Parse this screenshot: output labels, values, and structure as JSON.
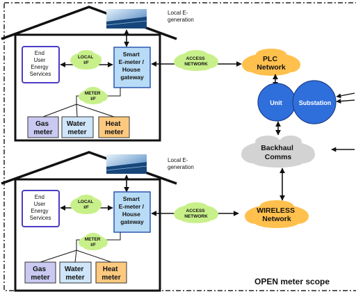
{
  "houses": [
    {
      "local_generation": [
        "Local E-",
        "generation"
      ],
      "end_user": [
        "End",
        "User",
        "Energy",
        "Services"
      ],
      "local_if": [
        "LOCAL",
        "I/F"
      ],
      "gateway": [
        "Smart",
        "E-meter /",
        "House",
        "gateway"
      ],
      "meter_if": [
        "METER",
        "I/F"
      ],
      "meters": [
        {
          "label": [
            "Gas",
            "meter"
          ],
          "color": "#c9c9f2"
        },
        {
          "label": [
            "Water",
            "meter"
          ],
          "color": "#cfe6fa"
        },
        {
          "label": [
            "Heat",
            "meter"
          ],
          "color": "#fcc97f"
        }
      ]
    },
    {
      "local_generation": [
        "Local E-",
        "generation"
      ],
      "end_user": [
        "End",
        "User",
        "Energy",
        "Services"
      ],
      "local_if": [
        "LOCAL",
        "I/F"
      ],
      "gateway": [
        "Smart",
        "E-meter /",
        "House",
        "gateway"
      ],
      "meter_if": [
        "METER",
        "I/F"
      ],
      "meters": [
        {
          "label": [
            "Gas",
            "meter"
          ],
          "color": "#c9c9f2"
        },
        {
          "label": [
            "Water",
            "meter"
          ],
          "color": "#cfe6fa"
        },
        {
          "label": [
            "Heat",
            "meter"
          ],
          "color": "#fcc97f"
        }
      ]
    }
  ],
  "access_network": [
    "ACCESS",
    "NETWORK"
  ],
  "plc_network": [
    "PLC",
    "Network"
  ],
  "wireless_network": [
    "WIRELESS",
    "Network"
  ],
  "unit": "Unit",
  "substation": "Substation",
  "backhaul": [
    "Backhaul",
    "Comms"
  ],
  "scope_label": "OPEN meter scope",
  "colors": {
    "green_cloud": "#c8f08a",
    "orange_cloud": "#ffc04d",
    "gray_cloud": "#d3d3d3",
    "unit_circle": "#2f6fdc",
    "end_user_border": "#4b3cc4",
    "gateway_fill": "#b8dcf6",
    "gateway_border": "#2a56b0",
    "scope_border": "#222222"
  },
  "icons": [
    "solar-panel-icon",
    "arrow-icon"
  ]
}
